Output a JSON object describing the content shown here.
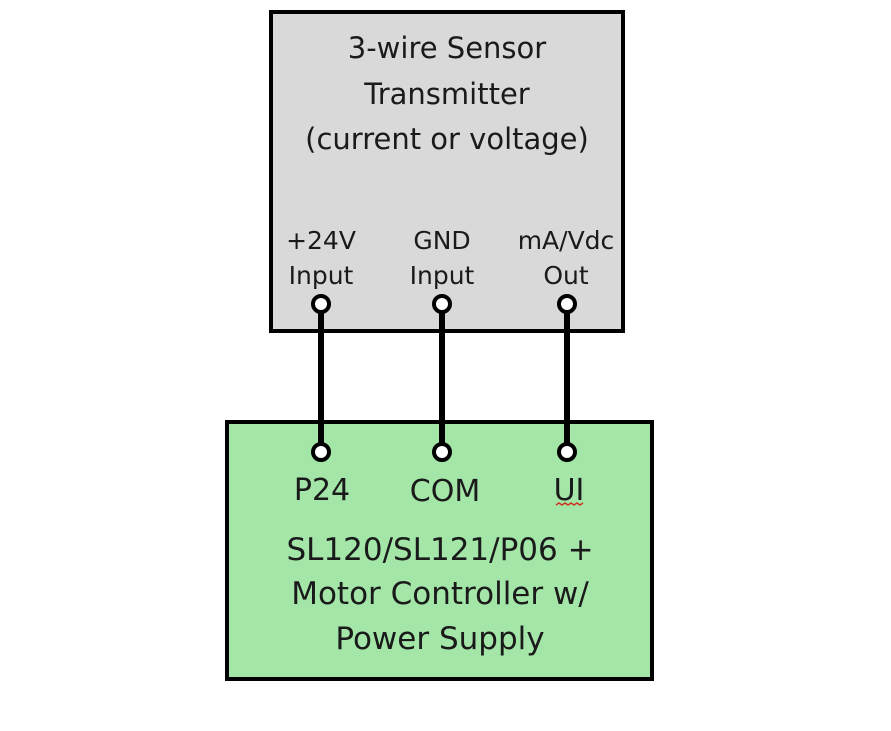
{
  "colors": {
    "sensor_fill": "#d9d9d9",
    "controller_fill": "#a3e6a8",
    "stroke": "#000000",
    "terminal_fill": "#ffffff",
    "spellcheck_underline": "#d0301f"
  },
  "sensor": {
    "title_lines": [
      "3-wire Sensor",
      "Transmitter",
      "(current or voltage)"
    ],
    "pins": [
      {
        "line1": "+24V",
        "line2": "Input"
      },
      {
        "line1": "GND",
        "line2": "Input"
      },
      {
        "line1": "mA/Vdc",
        "line2": "Out"
      }
    ]
  },
  "controller": {
    "pins": [
      "P24",
      "COM",
      "UI"
    ],
    "title_lines": [
      "SL120/SL121/P06 +",
      "Motor Controller w/",
      "Power Supply"
    ]
  },
  "wires": [
    {
      "from": "+24V Input",
      "to": "P24"
    },
    {
      "from": "GND Input",
      "to": "COM"
    },
    {
      "from": "mA/Vdc Out",
      "to": "UI"
    }
  ]
}
